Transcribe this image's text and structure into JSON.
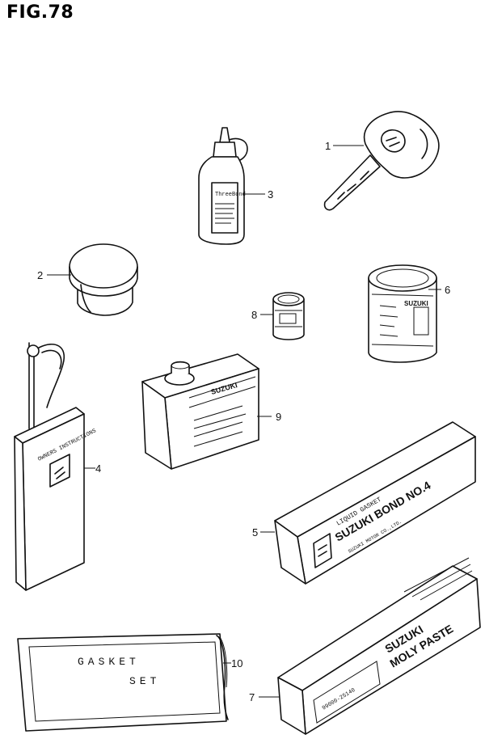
{
  "figure": {
    "title": "FIG.78"
  },
  "parts": [
    {
      "id": "key",
      "callout": "1"
    },
    {
      "id": "grease-jar",
      "callout": "2"
    },
    {
      "id": "thread-lock-bottle",
      "callout": "3",
      "label": "ThreeBond"
    },
    {
      "id": "manual-case",
      "callout": "4",
      "label": "OWNERS INSTRUCTIONS"
    },
    {
      "id": "bond-box",
      "callout": "5",
      "label_top": "LIQUID GASKET",
      "label_main": "SUZUKI BOND NO.4",
      "label_sub": "SUZUKI MOTOR CO.,LTD."
    },
    {
      "id": "can-large",
      "callout": "6",
      "label": "SUZUKI"
    },
    {
      "id": "moly-paste-box",
      "callout": "7",
      "label_main": "SUZUKI",
      "label_sub": "MOLY PASTE",
      "part_number": "99000-25140"
    },
    {
      "id": "can-small",
      "callout": "8"
    },
    {
      "id": "oil-can",
      "callout": "9",
      "label": "SUZUKI"
    },
    {
      "id": "gasket-set",
      "callout": "10",
      "label_line1": "GASKET",
      "label_line2": "SET"
    }
  ]
}
